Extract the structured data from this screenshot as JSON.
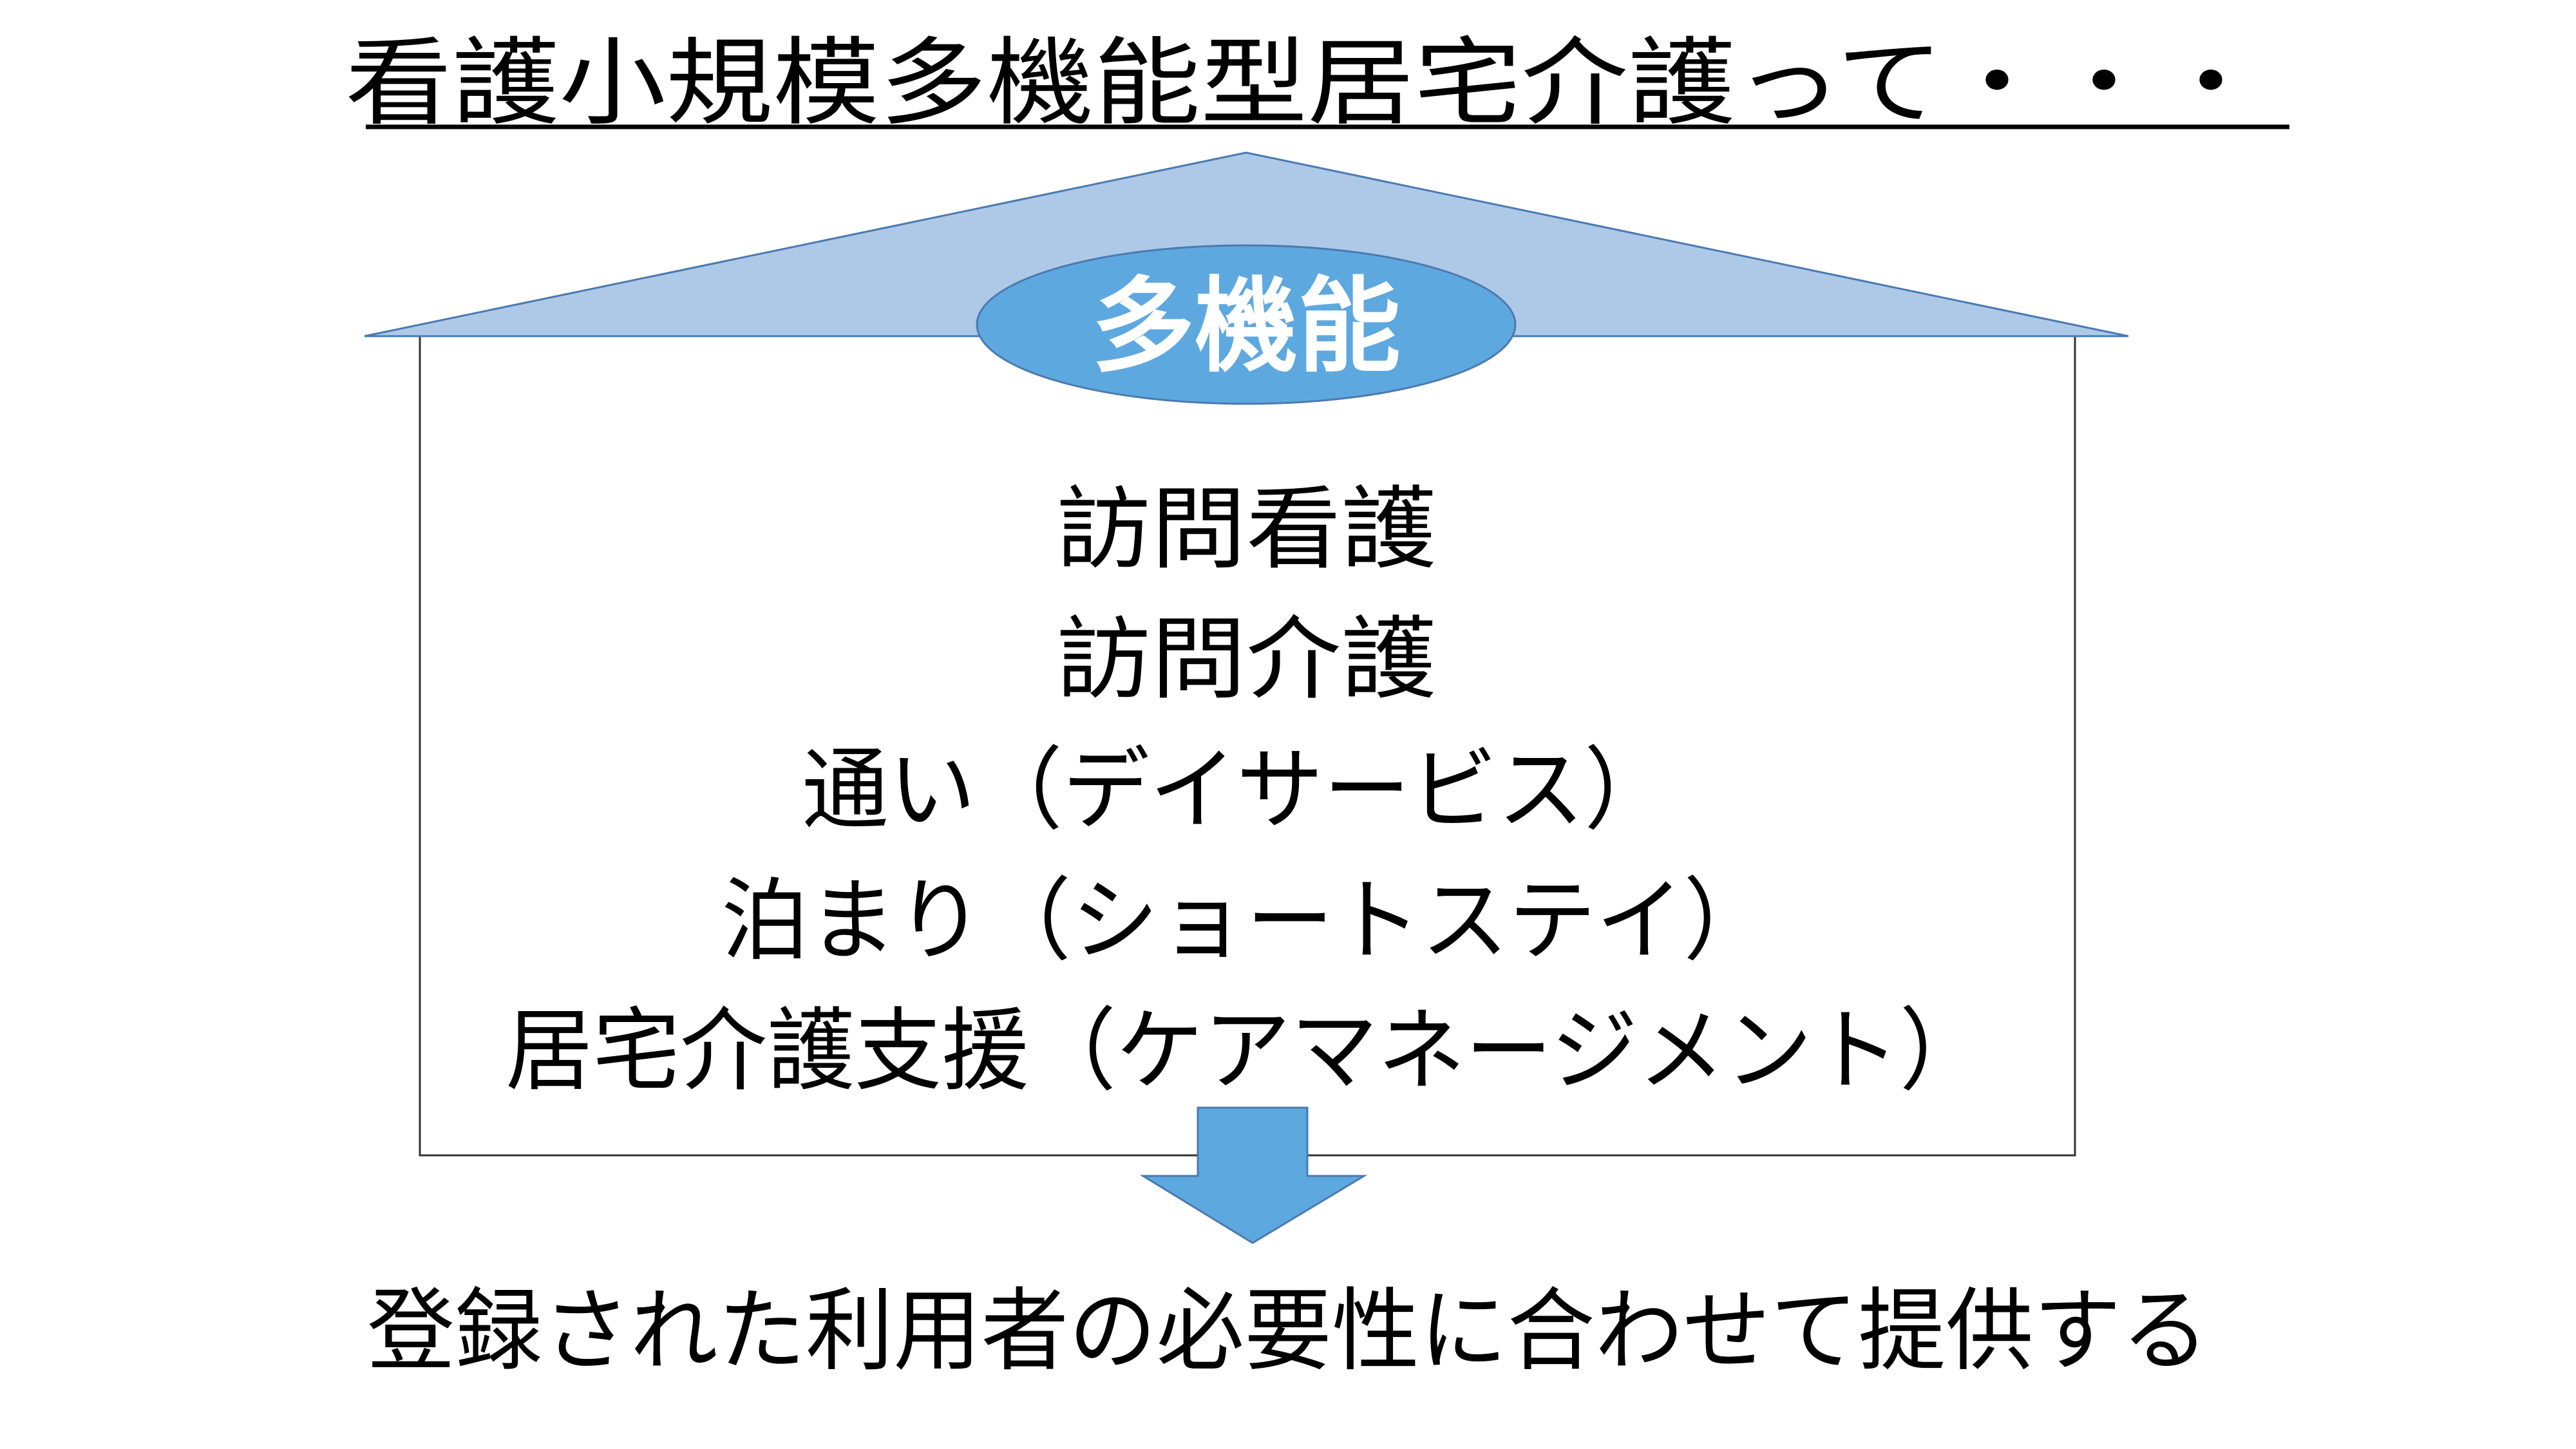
{
  "title": "看護小規模多機能型居宅介護って・・・",
  "badge": "多機能",
  "services": [
    "訪問看護",
    "訪問介護",
    "通い（デイサービス）",
    "泊まり（ショートステイ）",
    "居宅介護支援（ケアマネージメント）"
  ],
  "footer": "登録された利用者の必要性に合わせて提供する",
  "colors": {
    "roof": "#aec9e8",
    "roof_stroke": "#4a7ab0",
    "badge_fill": "#5ea8e0",
    "arrow_fill": "#5ea8e0",
    "box_stroke": "#333333",
    "badge_text": "#ffffff"
  }
}
